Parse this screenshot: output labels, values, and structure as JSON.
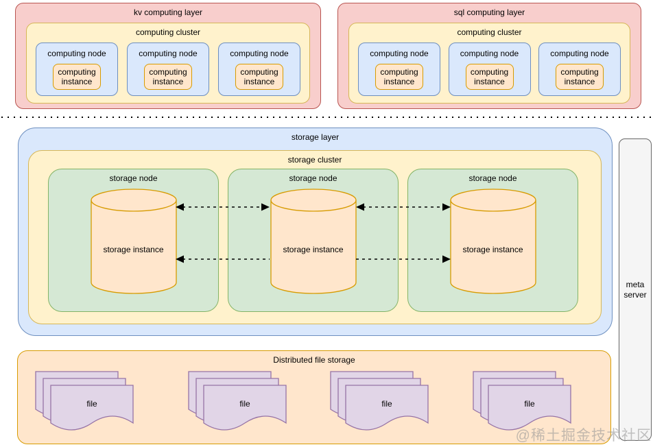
{
  "colors": {
    "pink-fill": "#f8cecc",
    "pink-stroke": "#b85450",
    "yellow-fill": "#fff2cc",
    "yellow-stroke": "#d6b656",
    "blue-fill": "#dae8fc",
    "blue-stroke": "#6c8ebf",
    "orange-fill": "#ffe6cc",
    "orange-stroke": "#d79b00",
    "green-fill": "#d5e8d4",
    "green-stroke": "#82b366",
    "purple-fill": "#e1d5e7",
    "purple-stroke": "#9673a6",
    "gray-fill": "#f5f5f5",
    "gray-stroke": "#666666",
    "arrow": "#000000"
  },
  "computing_layers": [
    {
      "title": "kv computing layer",
      "cluster": {
        "title": "computing cluster",
        "nodes": [
          {
            "title": "computing node",
            "instance": "computing instance"
          },
          {
            "title": "computing node",
            "instance": "computing instance"
          },
          {
            "title": "computing node",
            "instance": "computing instance"
          }
        ]
      }
    },
    {
      "title": "sql computing layer",
      "cluster": {
        "title": "computing cluster",
        "nodes": [
          {
            "title": "computing node",
            "instance": "computing instance"
          },
          {
            "title": "computing node",
            "instance": "computing instance"
          },
          {
            "title": "computing node",
            "instance": "computing instance"
          }
        ]
      }
    }
  ],
  "storage_layer": {
    "title": "storage layer",
    "cluster": {
      "title": "storage cluster",
      "nodes": [
        {
          "title": "storage node",
          "instance": "storage instance"
        },
        {
          "title": "storage node",
          "instance": "storage instance"
        },
        {
          "title": "storage node",
          "instance": "storage instance"
        }
      ]
    }
  },
  "meta_server": {
    "label": "meta server"
  },
  "file_storage": {
    "title": "Distributed file storage",
    "groups": [
      {
        "label": "file"
      },
      {
        "label": "file"
      },
      {
        "label": "file"
      },
      {
        "label": "file"
      }
    ]
  },
  "watermark": "@稀土掘金技术社区"
}
